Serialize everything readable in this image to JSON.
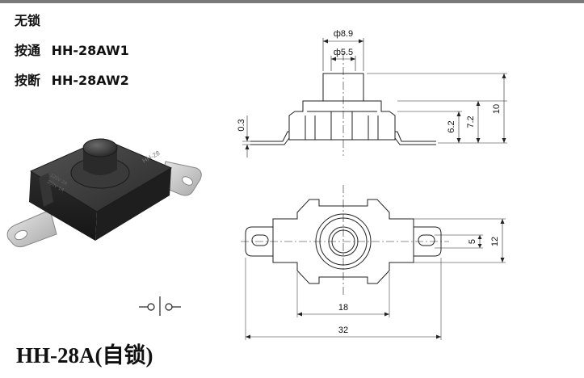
{
  "spec": {
    "lock_type": "无锁",
    "rows": [
      {
        "label": "按通",
        "code": "HH-28AW1"
      },
      {
        "label": "按断",
        "code": "HH-28AW2"
      }
    ]
  },
  "model_title": "HH-28A(自锁)",
  "drawing": {
    "dims": {
      "d_outer": "ф8.9",
      "d_inner": "ф5.5",
      "thickness": "0.3",
      "h_body": "6.2",
      "h_shoulder": "7.2",
      "h_total": "10",
      "slot": "5",
      "width": "12",
      "body_len": "18",
      "total_len": "32"
    }
  },
  "photo_marking": {
    "line1": "HH-28",
    "line2": "125V 2A",
    "line3": "250V 1A"
  },
  "colors": {
    "background": "#ffffff",
    "top_bar": "#7a7a7a",
    "line": "#222222",
    "body_dark": "#2e2e2e",
    "metal": "#c9c9c9"
  }
}
